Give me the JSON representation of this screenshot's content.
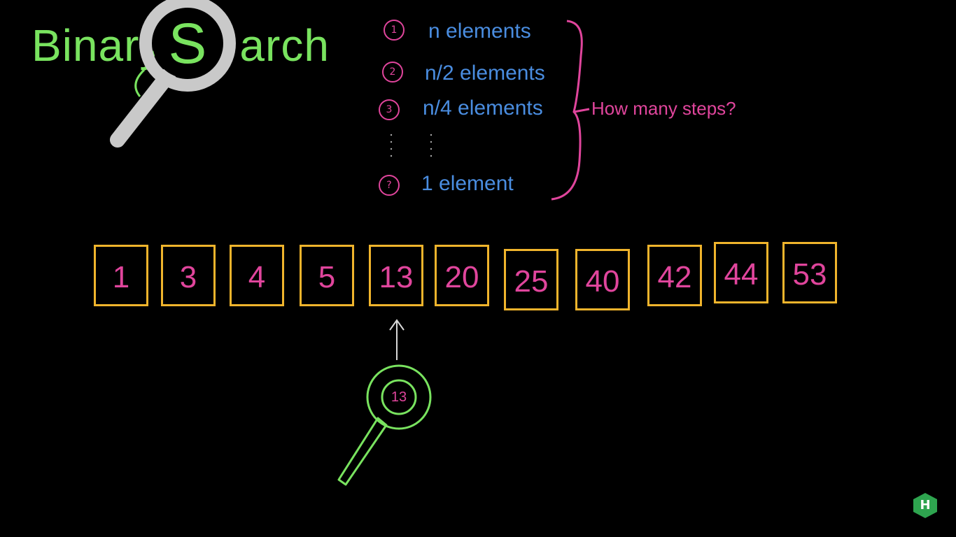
{
  "title": {
    "part1": "Binary",
    "letter": "S",
    "part2": "arch"
  },
  "steps": [
    {
      "marker": "1",
      "text": "n elements"
    },
    {
      "marker": "2",
      "text": "n/2 elements"
    },
    {
      "marker": "3",
      "text": "n/4 elements"
    },
    {
      "marker": "?",
      "text": "1 element"
    }
  ],
  "question": "How many steps?",
  "array": [
    "1",
    "3",
    "4",
    "5",
    "13",
    "20",
    "25",
    "40",
    "42",
    "44",
    "53"
  ],
  "target": "13",
  "logo_letter": "H",
  "colors": {
    "title": "#79e35f",
    "steps_text": "#4a8de0",
    "accent": "#e0459c",
    "box": "#f0b42c",
    "magnifier": "#c9c9c9",
    "arrow": "#d8d8d8",
    "logo": "#2ea44f"
  }
}
